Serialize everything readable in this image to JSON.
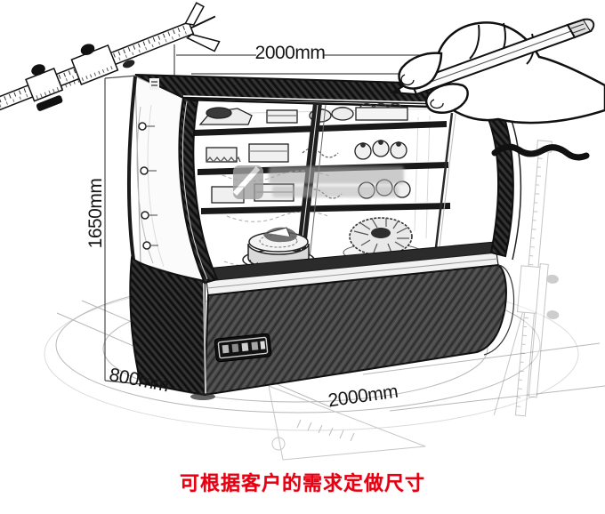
{
  "illustration": {
    "subject": "hand-drawn curved-glass cake display cabinet",
    "left_tool": "vernier-caliper",
    "right_tool": "height-caliper",
    "figure": "hand-holding-pencil",
    "watermark_text_legible": false
  },
  "dimensions": {
    "top_width": "2000mm",
    "height": "1650mm",
    "depth": "800mm",
    "bottom_width": "2000mm"
  },
  "note": {
    "text": "可根据客户的需求定做尺寸",
    "color": "#e60012"
  },
  "colors": {
    "ink": "#1a1a1a",
    "dimension_text": "#161616",
    "watermark": "#9e9e9e"
  }
}
